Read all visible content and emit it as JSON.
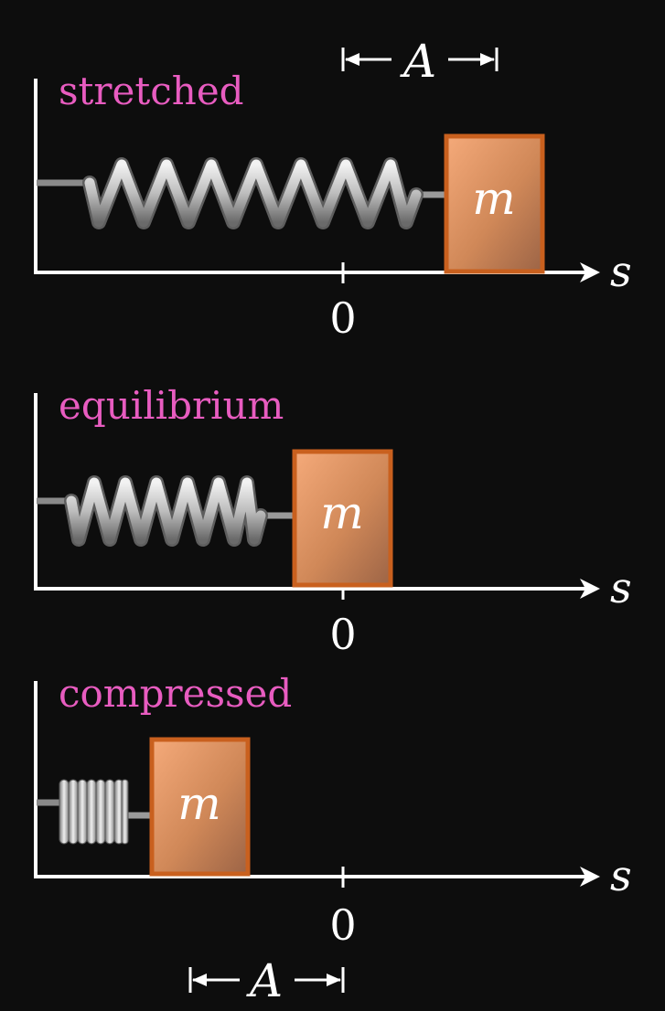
{
  "panels": [
    {
      "label": "stretched",
      "axis_label": "s",
      "origin_label": "0",
      "mass_label": "m",
      "state": "stretched"
    },
    {
      "label": "equilibrium",
      "axis_label": "s",
      "origin_label": "0",
      "mass_label": "m",
      "state": "equilibrium"
    },
    {
      "label": "compressed",
      "axis_label": "s",
      "origin_label": "0",
      "mass_label": "m",
      "state": "compressed"
    }
  ],
  "amplitude_top": "A",
  "amplitude_bottom": "A",
  "colors": {
    "background": "#0d0d0d",
    "label": "#e85cc0",
    "axis": "#ffffff",
    "mass_fill_light": "#f5a878",
    "mass_fill_dark": "#a86a4a",
    "mass_border": "#c9601e",
    "spring_light": "#e6e6e6",
    "spring_dark": "#6a6a6a"
  }
}
